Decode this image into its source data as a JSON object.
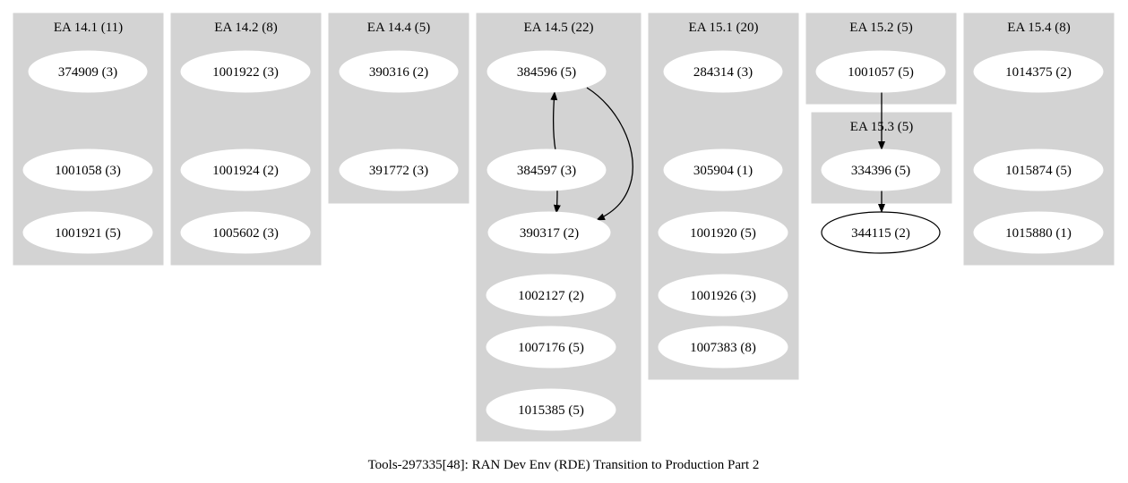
{
  "graph": {
    "caption": "Tools-297335[48]: RAN Dev Env (RDE) Transition to Production Part 2",
    "clusters": [
      {
        "id": "c141",
        "title": "EA 14.1 (11)"
      },
      {
        "id": "c142",
        "title": "EA 14.2 (8)"
      },
      {
        "id": "c144",
        "title": "EA 14.4 (5)"
      },
      {
        "id": "c145",
        "title": "EA 14.5 (22)"
      },
      {
        "id": "c151",
        "title": "EA 15.1 (20)"
      },
      {
        "id": "c152",
        "title": "EA 15.2 (5)"
      },
      {
        "id": "c153",
        "title": "EA 15.3 (5)"
      },
      {
        "id": "c154",
        "title": "EA 15.4 (8)"
      }
    ],
    "nodes": [
      {
        "id": "n374909",
        "label": "374909 (3)",
        "cluster": "c141"
      },
      {
        "id": "n1001058",
        "label": "1001058 (3)",
        "cluster": "c141"
      },
      {
        "id": "n1001921",
        "label": "1001921 (5)",
        "cluster": "c141"
      },
      {
        "id": "n1001922",
        "label": "1001922 (3)",
        "cluster": "c142"
      },
      {
        "id": "n1001924",
        "label": "1001924 (2)",
        "cluster": "c142"
      },
      {
        "id": "n1005602",
        "label": "1005602 (3)",
        "cluster": "c142"
      },
      {
        "id": "n390316",
        "label": "390316 (2)",
        "cluster": "c144"
      },
      {
        "id": "n391772",
        "label": "391772 (3)",
        "cluster": "c144"
      },
      {
        "id": "n384596",
        "label": "384596 (5)",
        "cluster": "c145"
      },
      {
        "id": "n384597",
        "label": "384597 (3)",
        "cluster": "c145"
      },
      {
        "id": "n390317",
        "label": "390317 (2)",
        "cluster": "c145"
      },
      {
        "id": "n1002127",
        "label": "1002127 (2)",
        "cluster": "c145"
      },
      {
        "id": "n1007176",
        "label": "1007176 (5)",
        "cluster": "c145"
      },
      {
        "id": "n1015385",
        "label": "1015385 (5)",
        "cluster": "c145"
      },
      {
        "id": "n284314",
        "label": "284314 (3)",
        "cluster": "c151"
      },
      {
        "id": "n305904",
        "label": "305904 (1)",
        "cluster": "c151"
      },
      {
        "id": "n1001920",
        "label": "1001920 (5)",
        "cluster": "c151"
      },
      {
        "id": "n1001926",
        "label": "1001926 (3)",
        "cluster": "c151"
      },
      {
        "id": "n1007383",
        "label": "1007383 (8)",
        "cluster": "c151"
      },
      {
        "id": "n1001057",
        "label": "1001057 (5)",
        "cluster": "c152"
      },
      {
        "id": "n334396",
        "label": "334396 (5)",
        "cluster": "c153"
      },
      {
        "id": "n344115",
        "label": "344115 (2)",
        "cluster": null
      },
      {
        "id": "n1014375",
        "label": "1014375 (2)",
        "cluster": "c154"
      },
      {
        "id": "n1015874",
        "label": "1015874 (5)",
        "cluster": "c154"
      },
      {
        "id": "n1015880",
        "label": "1015880 (1)",
        "cluster": "c154"
      }
    ],
    "edges": [
      {
        "from": "n384597",
        "to": "n384596"
      },
      {
        "from": "n384597",
        "to": "n390317"
      },
      {
        "from": "n384596",
        "to": "n390317"
      },
      {
        "from": "n1001057",
        "to": "n334396"
      },
      {
        "from": "n334396",
        "to": "n344115"
      }
    ]
  }
}
